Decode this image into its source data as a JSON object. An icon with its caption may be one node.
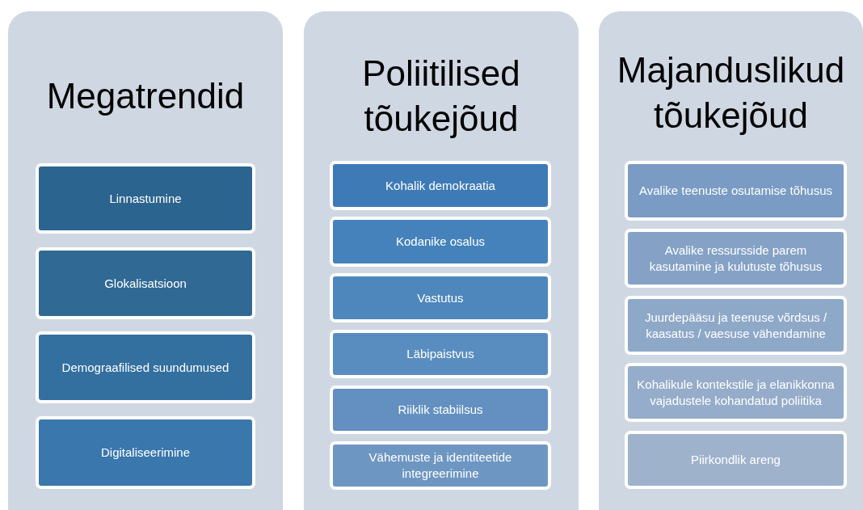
{
  "diagram": {
    "nodes": [
      {
        "text": [
          "Megatrendid"
        ]
      },
      {
        "text": [
          "Linnastumine"
        ],
        "in": 0
      },
      {
        "text": [
          "Glokalisatsioon"
        ],
        "in": 0
      },
      {
        "text": [
          "Demograafilised suundumused"
        ],
        "in": 0
      },
      {
        "text": [
          "Digitaliseerimine"
        ],
        "in": 0
      },
      {
        "text": [
          "Poliitilised tõukejõud"
        ]
      },
      {
        "text": [
          "Kohalik demokraatia"
        ],
        "in": 5
      },
      {
        "text": [
          "Kodanike osalus"
        ],
        "in": 5
      },
      {
        "text": [
          "Vastutus"
        ],
        "in": 5
      },
      {
        "text": [
          "Läbipaistvus"
        ],
        "in": 5
      },
      {
        "text": [
          "Riiklik stabiilsus"
        ],
        "in": 5
      },
      {
        "text": [
          "Vähemuste ja identiteetide integreerimine"
        ],
        "in": 5
      },
      {
        "text": [
          "Majanduslikud tõukejõud"
        ]
      },
      {
        "text": [
          "Avalike teenuste osutamise tõhusus"
        ],
        "in": 12
      },
      {
        "text": [
          "Avalike ressursside parem kasutamine ja kulutuste tõhusus"
        ],
        "in": 12
      },
      {
        "text": [
          "Juurdepääsu ja teenuse võrdsus / kaasatus / vaesuse vähendamine"
        ],
        "in": 12
      },
      {
        "text": [
          "Kohalikule kontekstile ja elanikkonna vajadustele kohandatud poliitika"
        ],
        "in": 12
      },
      {
        "text": [
          "Piirkondlik areng"
        ],
        "in": 12
      }
    ]
  }
}
